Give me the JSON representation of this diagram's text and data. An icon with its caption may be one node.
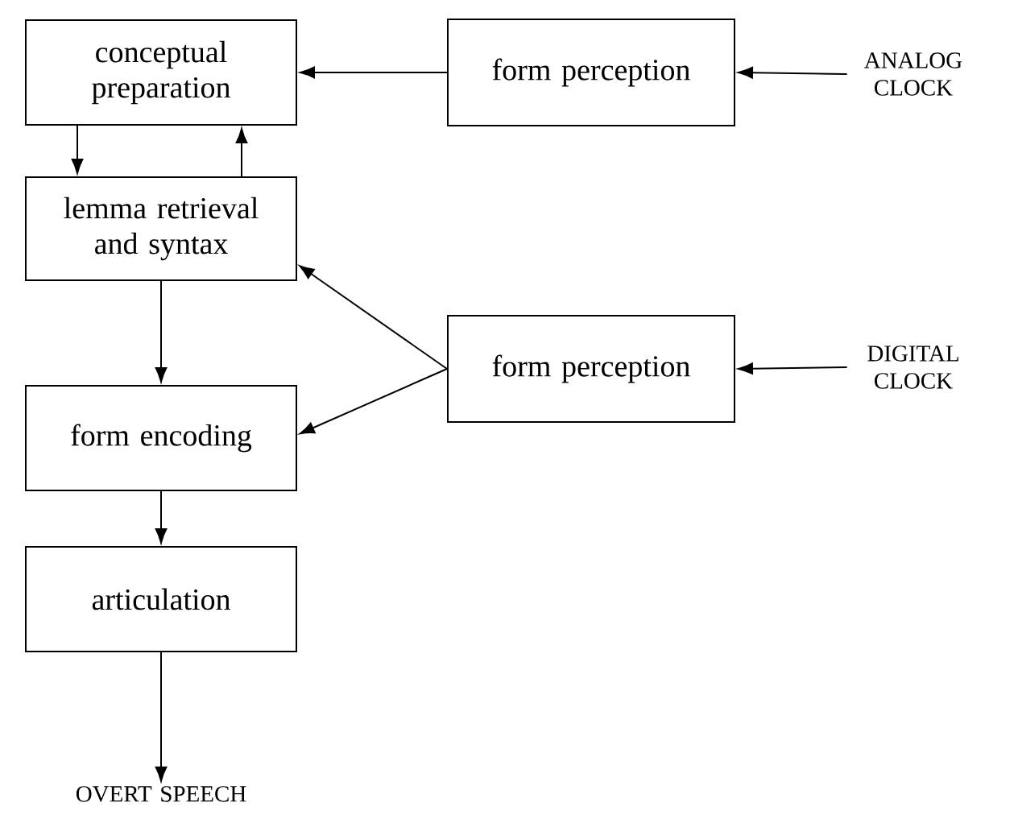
{
  "diagram": {
    "nodes": [
      {
        "text": [
          "conceptual preparation"
        ]
      },
      {
        "text": [
          "form perception"
        ]
      },
      {
        "text": [
          "ANALOG CLOCK"
        ]
      },
      {
        "text": [
          "lemma retrieval and syntax"
        ]
      },
      {
        "text": [
          "form perception"
        ]
      },
      {
        "text": [
          "DIGITAL CLOCK"
        ]
      },
      {
        "text": [
          "form encoding"
        ]
      },
      {
        "text": [
          "articulation"
        ]
      },
      {
        "text": [
          "OVERT SPEECH"
        ]
      }
    ],
    "edges": [
      {
        "from": 2,
        "to": 1,
        "arrow": "to"
      },
      {
        "from": 1,
        "to": 0,
        "arrow": "to"
      },
      {
        "from": 0,
        "to": 3,
        "arrow": "to"
      },
      {
        "from": 3,
        "to": 0,
        "arrow": "to"
      },
      {
        "from": 5,
        "to": 4,
        "arrow": "to"
      },
      {
        "from": 4,
        "to": 3,
        "arrow": "to"
      },
      {
        "from": 4,
        "to": 6,
        "arrow": "to"
      },
      {
        "from": 3,
        "to": 6,
        "arrow": "to"
      },
      {
        "from": 6,
        "to": 7,
        "arrow": "to"
      },
      {
        "from": 7,
        "to": 8,
        "arrow": "to"
      }
    ]
  }
}
